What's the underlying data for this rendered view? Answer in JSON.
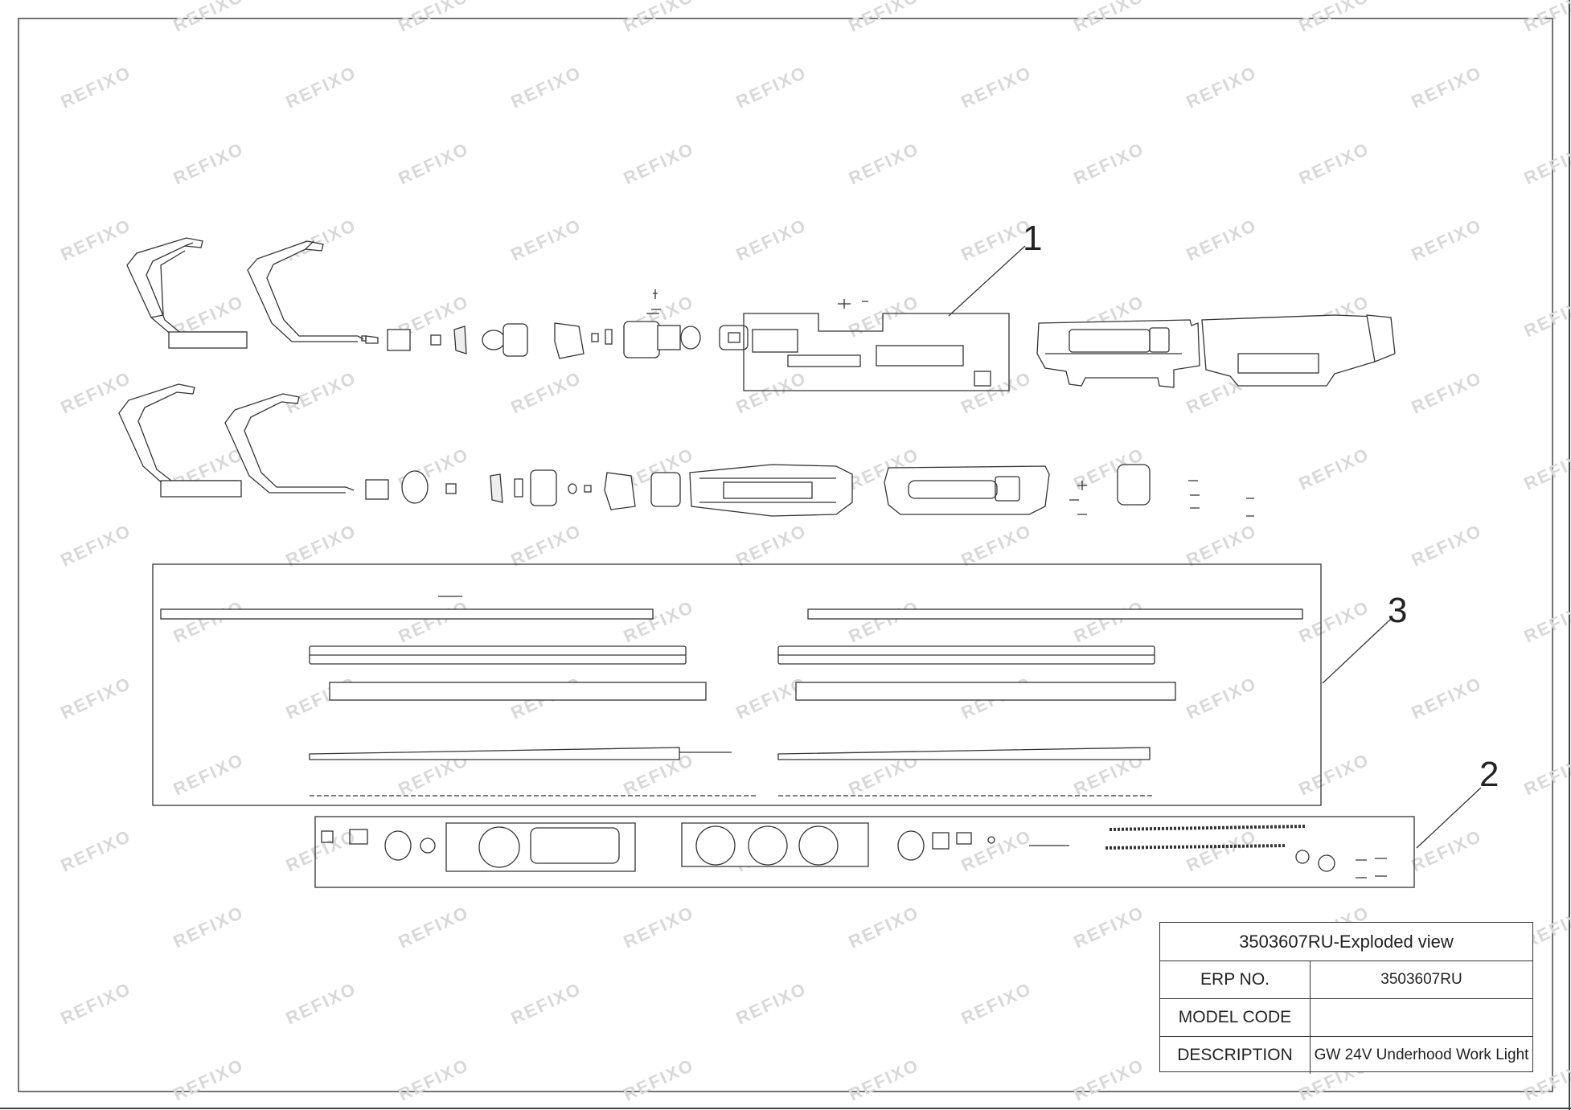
{
  "callouts": [
    "1",
    "3",
    "2"
  ],
  "watermark": "REFIXO",
  "title_block": {
    "title": "3503607RU-Exploded view",
    "rows": [
      {
        "label": "ERP NO.",
        "value": "3503607RU"
      },
      {
        "label": "MODEL CODE",
        "value": ""
      },
      {
        "label": "DESCRIPTION",
        "value": "GW 24V Underhood Work Light"
      }
    ]
  },
  "colors": {
    "line": "#333333",
    "watermark": "#d6d6d6"
  }
}
